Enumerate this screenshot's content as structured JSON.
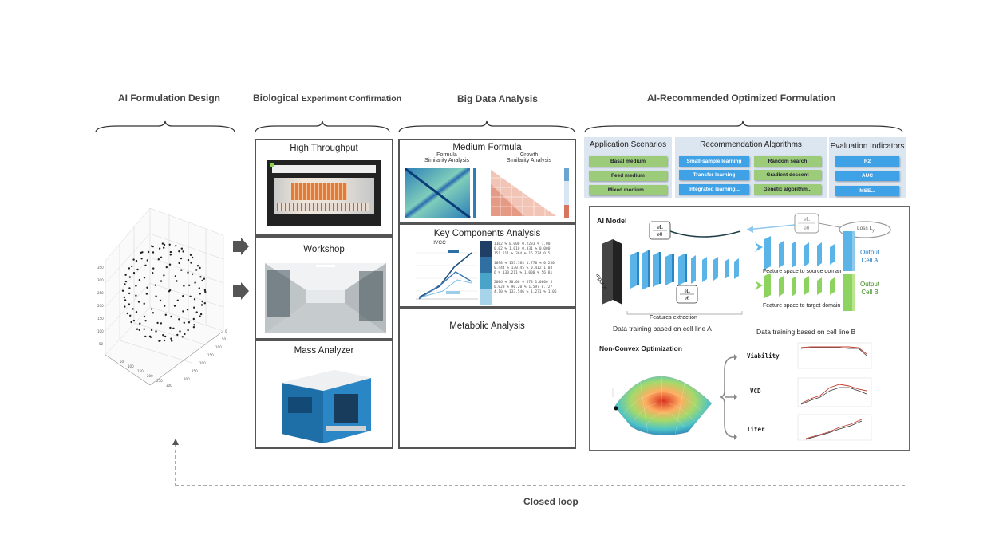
{
  "stages": {
    "design": "AI Formulation Design",
    "confirmation_part1": "Biological ",
    "confirmation_part2": "Experiment Confirmation",
    "bigdata": "Big Data Analysis",
    "optimized": "AI-Recommended Optimized Formulation"
  },
  "experiment": {
    "high_throughput": "High Throughput",
    "workshop": "Workshop",
    "mass_analyzer": "Mass Analyzer"
  },
  "bigdata": {
    "medium_formula": "Medium Formula",
    "formula_similarity": [
      "Formula",
      "Similarity Analysis"
    ],
    "growth_similarity": [
      "Growth",
      "Similarity Analysis"
    ],
    "key_components": "Key Components Analysis",
    "ivcc": "IVCC",
    "metabolic": "Metabolic Analysis"
  },
  "recommend": {
    "scenarios": {
      "title": "Application Scenarios",
      "items": [
        "Basal medium",
        "Feed medium",
        "Mixed medium..."
      ]
    },
    "algorithms": {
      "title": "Recommendation Algorithms",
      "left": [
        "Small-sample learning",
        "Transfer learning",
        "Integrated learning..."
      ],
      "right": [
        "Random search",
        "Gradient descent",
        "Genetic algorithm..."
      ]
    },
    "indicators": {
      "title": "Evaluation Indicators",
      "items": [
        "R2",
        "AUC",
        "MSE..."
      ]
    }
  },
  "ai_model": {
    "title": "AI Model",
    "input": "Input X",
    "loss": "Loss L",
    "loss_sub": "y",
    "output_a": [
      "Output",
      "Cell A"
    ],
    "output_b": [
      "Output",
      "Cell B"
    ],
    "feature_source": "Feature space to source domain",
    "feature_target": "Feature space to target domain",
    "features_extraction": "Features extraction",
    "train_a": "Data training based on cell line A",
    "train_b": "Data training based on cell line B",
    "nonconvex": "Non-Convex Optimization",
    "metrics": [
      "Viability",
      "VCD",
      "Titer"
    ]
  },
  "footer": {
    "closed_loop": "Closed loop"
  },
  "colors": {
    "green": "#9ccc7a",
    "blue": "#3fa1e6",
    "panel_bg": "#dce6f1",
    "nn_blue": "#5bb4e8"
  }
}
